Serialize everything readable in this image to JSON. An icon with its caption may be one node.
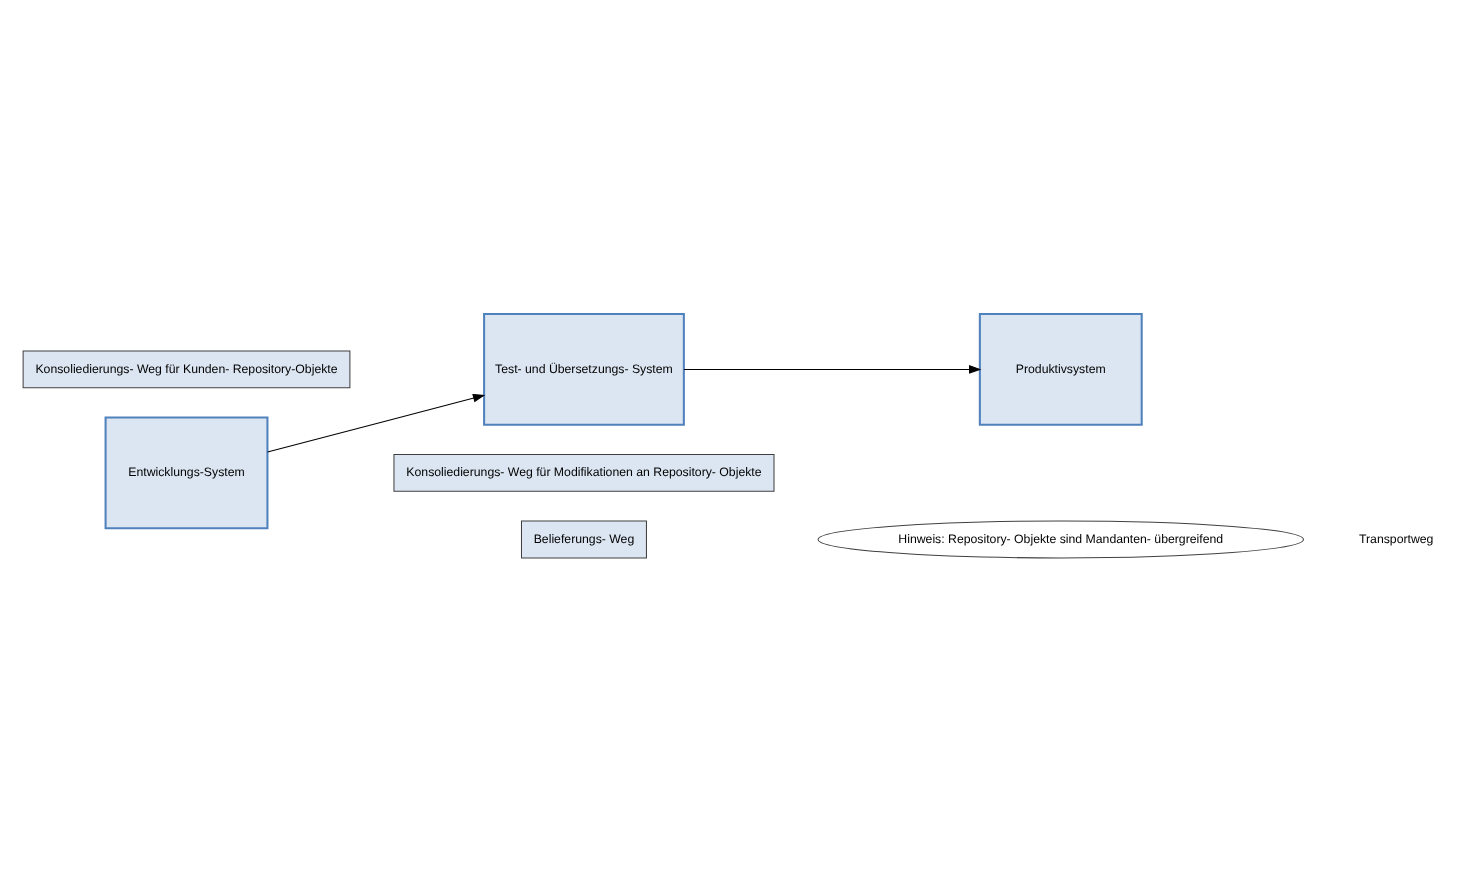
{
  "diagram": {
    "nodes": [
      {
        "text": [
          "Entwicklungs-System"
        ]
      },
      {
        "text": [
          "Test- und Übersetzungs- System"
        ]
      },
      {
        "text": [
          "Produktivsystem"
        ]
      },
      {
        "text": [
          "Konsoliedierungs- Weg für Kunden- Repository-Objekte"
        ]
      },
      {
        "text": [
          "Konsoliedierungs- Weg für Modifikationen an Repository- Objekte"
        ]
      },
      {
        "text": [
          "Belieferungs- Weg"
        ]
      },
      {
        "text": [
          "Hinweis: Repository- Objekte sind Mandanten- übergreifend"
        ]
      }
    ],
    "edges": [
      {
        "from": 0,
        "to": 1,
        "arrow": "to"
      },
      {
        "from": 1,
        "to": 2,
        "arrow": "to"
      }
    ],
    "labels": [
      "Transportweg"
    ]
  }
}
